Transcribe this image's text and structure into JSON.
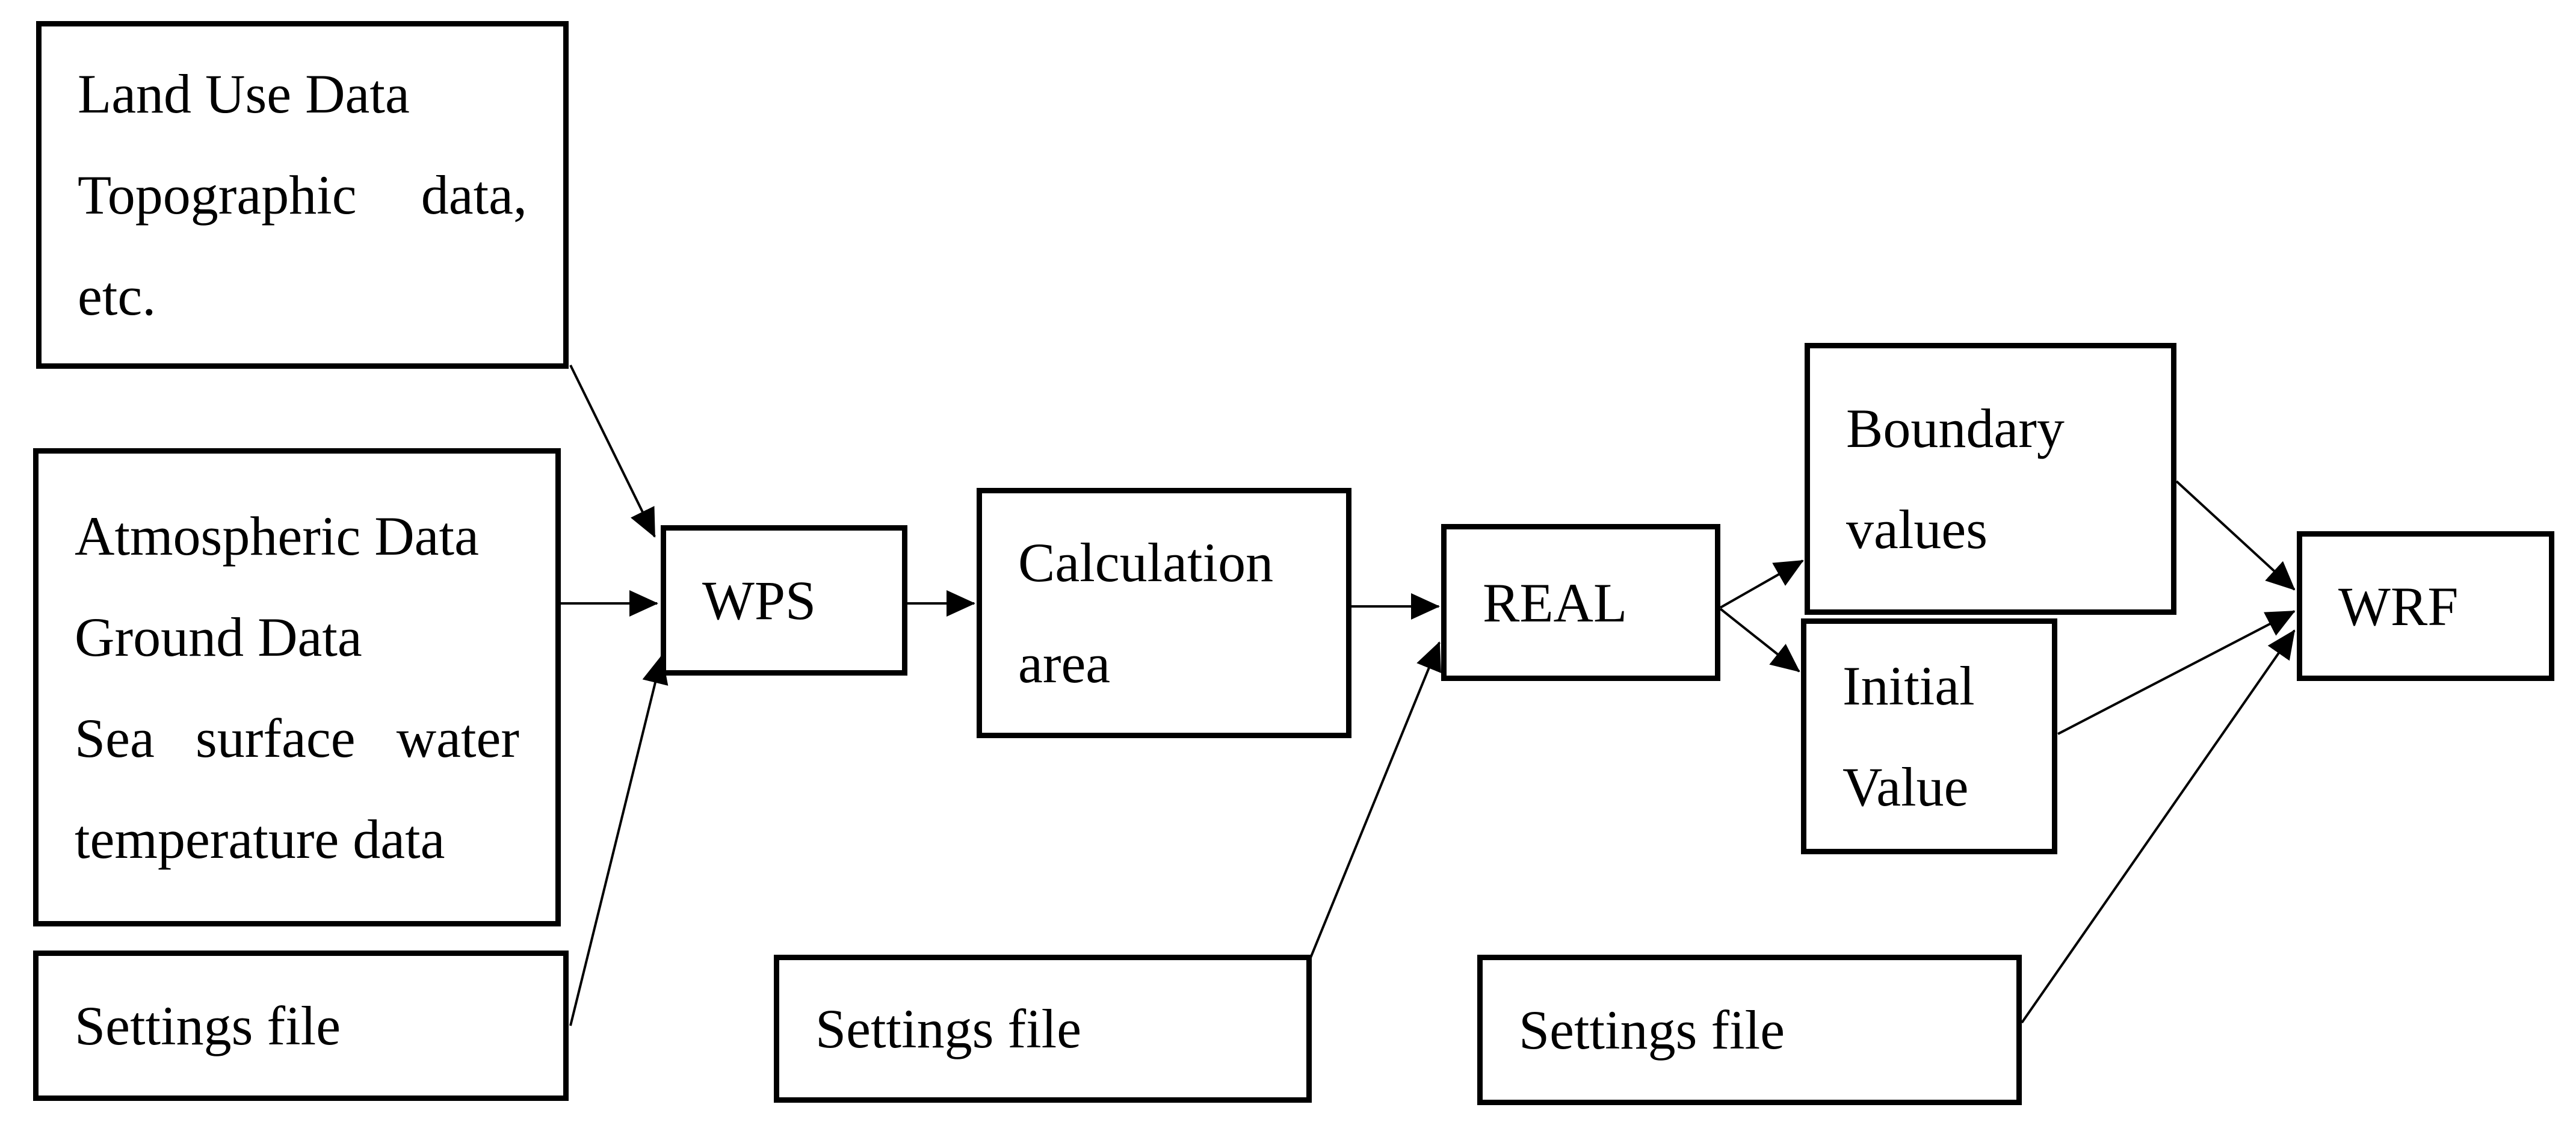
{
  "diagram": {
    "background_color": "#ffffff",
    "ink_color": "#000000",
    "nodes": {
      "land_use": {
        "lines": [
          "Land Use Data",
          "Topographic data,",
          "etc."
        ]
      },
      "atmospheric": {
        "lines": [
          "Atmospheric Data",
          "Ground Data",
          "Sea surface water",
          "temperature data"
        ]
      },
      "settings_left": {
        "label": "Settings file"
      },
      "wps": {
        "label": "WPS"
      },
      "calculation": {
        "lines": [
          "Calculation",
          "area"
        ]
      },
      "settings_mid": {
        "label": "Settings file"
      },
      "real": {
        "label": "REAL"
      },
      "boundary": {
        "lines": [
          "Boundary",
          "values"
        ]
      },
      "initial": {
        "lines": [
          "Initial",
          "Value"
        ]
      },
      "settings_right": {
        "label": "Settings file"
      },
      "wrf": {
        "label": "WRF"
      }
    },
    "edges": [
      {
        "from": "land_use",
        "to": "wps"
      },
      {
        "from": "atmospheric",
        "to": "wps"
      },
      {
        "from": "settings_left",
        "to": "wps"
      },
      {
        "from": "wps",
        "to": "calculation"
      },
      {
        "from": "calculation",
        "to": "real"
      },
      {
        "from": "settings_mid",
        "to": "real"
      },
      {
        "from": "real",
        "to": "boundary"
      },
      {
        "from": "real",
        "to": "initial"
      },
      {
        "from": "boundary",
        "to": "wrf"
      },
      {
        "from": "initial",
        "to": "wrf"
      },
      {
        "from": "settings_right",
        "to": "wrf"
      }
    ]
  }
}
